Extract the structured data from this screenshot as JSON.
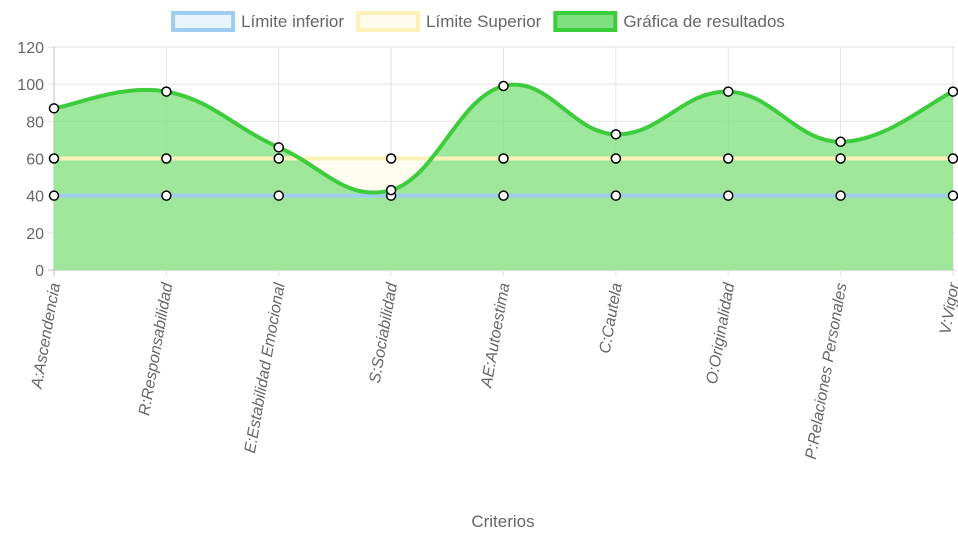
{
  "chart_data": {
    "type": "line",
    "categories": [
      "A:Ascendencia",
      "R:Responsabilidad",
      "E:Estabilidad Emocional",
      "S:Sociabilidad",
      "AE:Autoestima",
      "C:Cautela",
      "O:Originalidad",
      "P:Relaciones Personales",
      "V:Vigor"
    ],
    "series": [
      {
        "name": "Límite inferior",
        "values": [
          40,
          40,
          40,
          40,
          40,
          40,
          40,
          40,
          40
        ],
        "color": "#9fcdf0",
        "fill": "#eaf4fc"
      },
      {
        "name": "Límite Superior",
        "values": [
          60,
          60,
          60,
          60,
          60,
          60,
          60,
          60,
          60
        ],
        "color": "#fdf1b8",
        "fill": "#fffcee"
      },
      {
        "name": "Gráfica de resultados",
        "values": [
          87,
          96,
          66,
          43,
          99,
          73,
          96,
          69,
          96
        ],
        "color": "#3ccc3c",
        "fill": "#7ee07e"
      }
    ],
    "xlabel": "Criterios",
    "ylabel": "",
    "ylim": [
      0,
      120
    ],
    "yticks": [
      0,
      20,
      40,
      60,
      80,
      100,
      120
    ],
    "grid": true,
    "legend": "top-center"
  }
}
